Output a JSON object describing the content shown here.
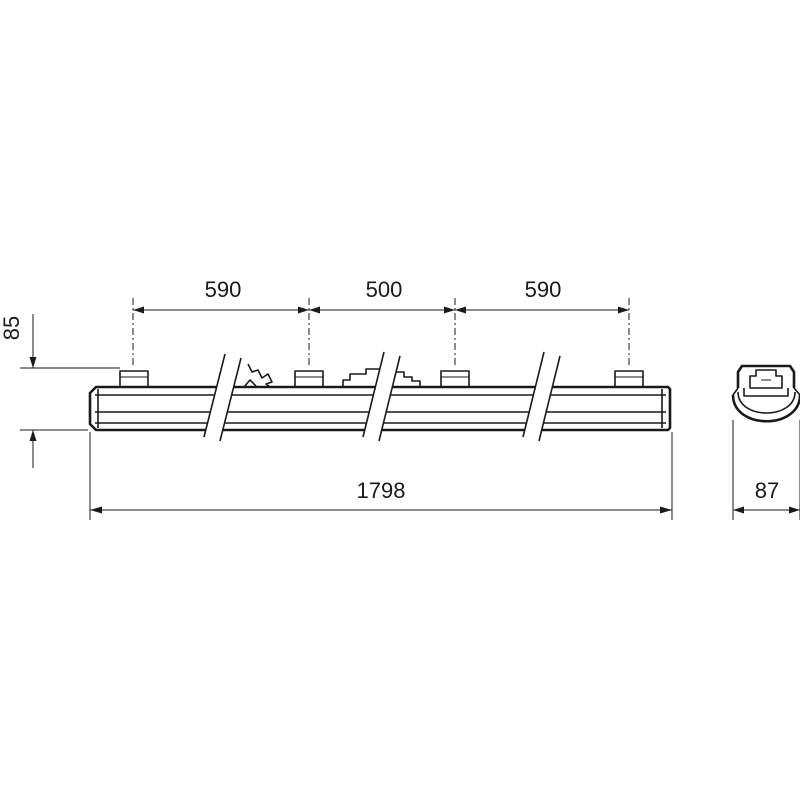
{
  "dimensions": {
    "span_left": "590",
    "span_middle": "500",
    "span_right": "590",
    "height": "85",
    "total_length": "1798",
    "profile_width": "87"
  },
  "colors": {
    "line": "#1a1a1a",
    "background": "#ffffff"
  }
}
